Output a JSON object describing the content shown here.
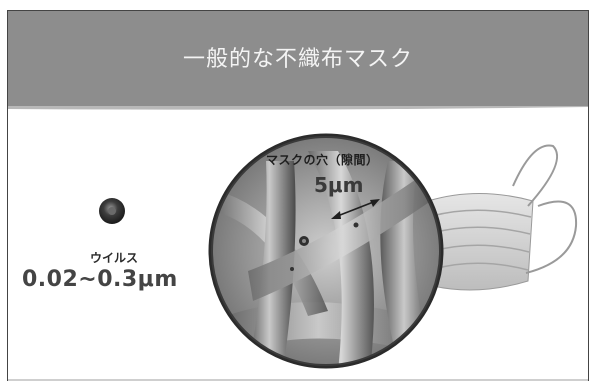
{
  "header": {
    "title": "一般的な不織布マスク"
  },
  "virus": {
    "label": "ウイルス",
    "size": "0.02~0.3μm"
  },
  "mask_hole": {
    "label": "マスクの穴（隙間）",
    "size": "5μm"
  },
  "colors": {
    "banner": "#8d8d8d",
    "banner_text": "#f4f4f4",
    "fiber": "#9a9a9a",
    "virus": "#3b3b3b"
  },
  "icons": [
    "virus-icon",
    "magnified-fiber-icon",
    "face-mask-icon",
    "double-arrow-icon"
  ]
}
